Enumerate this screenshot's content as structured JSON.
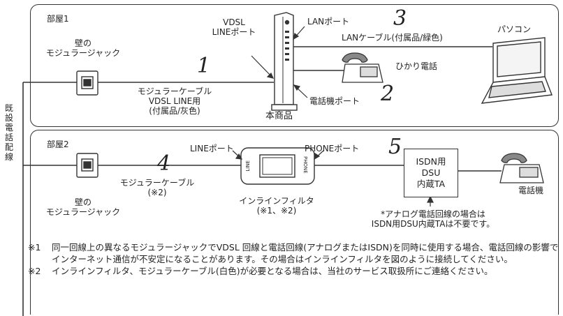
{
  "wiring_label": "既設電話配線",
  "room1": {
    "title": "部屋1",
    "wall_jack": "壁の\nモジュラージャック",
    "vdsl_port": "VDSL\nLINEポート",
    "lan_port": "LANポート",
    "lan_cable": "LANケーブル(付属品/緑色)",
    "pc": "パソコン",
    "hikari_phone": "ひかり電話",
    "modular_cable": "モジュラーケーブル\nVDSL LINE用\n(付属品/灰色)",
    "device": "本商品",
    "phone_port": "電話機ポート",
    "nums": [
      "1",
      "2",
      "3"
    ]
  },
  "room2": {
    "title": "部屋2",
    "line_port": "LINEポート",
    "phone_port": "PHONEポート",
    "modular_cable": "モジュラーケーブル\n(※2)",
    "wall_jack": "壁の\nモジュラージャック",
    "filter": "インラインフィルタ\n(※1、※2)",
    "filter_line": "LINE",
    "filter_phone": "PHONE",
    "dsu": "ISDN用\nDSU\n内蔵TA",
    "analog_note": "*アナログ電話回線の場合は\nISDN用DSU内蔵TAは不要です。",
    "telephone": "電話機",
    "nums": [
      "4",
      "5"
    ]
  },
  "notes": [
    {
      "mark": "※1",
      "text": "同一回線上の異なるモジュラージャックでVDSL 回線と電話回線(アナログまたはISDN)を同時に使用する場合、電話回線の影響でインターネット通信が不安定になることがあります。その場合はインラインフィルタを図のように接続してください。"
    },
    {
      "mark": "※2",
      "text": "インラインフィルタ、モジュラーケーブル(白色)が必要となる場合は、当社のサービス取扱所にご連絡ください。"
    }
  ]
}
